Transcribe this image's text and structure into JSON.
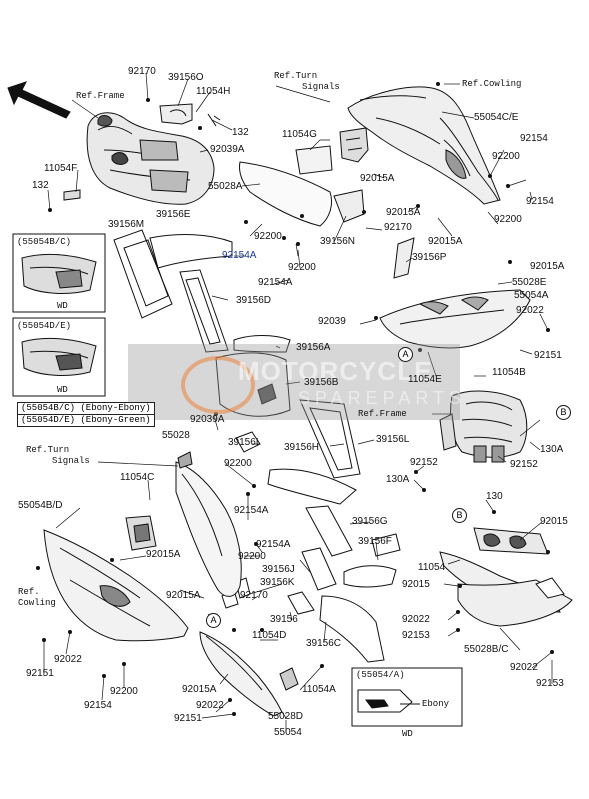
{
  "reference_labels": {
    "ref_frame_top": "Ref.Frame",
    "ref_turn_signals_top_1": "Ref.Turn",
    "ref_turn_signals_top_2": "Signals",
    "ref_cowling_top": "Ref.Cowling",
    "ref_frame_right": "Ref.Frame",
    "ref_turn_signals_left_1": "Ref.Turn",
    "ref_turn_signals_left_2": "Signals",
    "ref_cowling_left_1": "Ref.",
    "ref_cowling_left_2": "Cowling"
  },
  "part_numbers": {
    "p92170_top": "92170",
    "p39156O": "39156O",
    "p11054H": "11054H",
    "p132_top": "132",
    "p92039A_top": "92039A",
    "p11054F": "11054F",
    "p132_left": "132",
    "p11054G": "11054G",
    "p55054CE": "55054C/E",
    "p92154_r1": "92154",
    "p92200_r1": "92200",
    "p92154_r2": "92154",
    "p55028A": "55028A",
    "p92015A_a": "92015A",
    "p92015A_b": "92015A",
    "p92200_r2": "92200",
    "p39156M": "39156M",
    "p39156E": "39156E",
    "p92200_c1": "92200",
    "p39156N": "39156N",
    "p92170_c": "92170",
    "p92015A_c": "92015A",
    "p92154A_blue": "92154A",
    "p92200_c2": "92200",
    "p39156P": "39156P",
    "p92015A_d": "92015A",
    "p92154A_c": "92154A",
    "p55028E": "55028E",
    "p55054A": "55054A",
    "p39156D": "39156D",
    "p92039_c": "92039",
    "p92022_r": "92022",
    "p39156A": "39156A",
    "p92151_r": "92151",
    "p11054E": "11054E",
    "p11054B": "11054B",
    "p39156B": "39156B",
    "p92039A_mid": "92039A",
    "p55028": "55028",
    "p39156I": "39156I",
    "p39156H": "39156H",
    "p39156L": "39156L",
    "p130A_r": "130A",
    "p92152_a": "92152",
    "p92152_b": "92152",
    "p130A_c": "130A",
    "p130": "130",
    "p11054C": "11054C",
    "p92200_m1": "92200",
    "p55054BD": "55054B/D",
    "p92154A_m1": "92154A",
    "p39156G": "39156G",
    "p92154A_m2": "92154A",
    "p92015A_m1": "92015A",
    "p92200_m2": "92200",
    "p39156J": "39156J",
    "p39156F": "39156F",
    "p39156K": "39156K",
    "p92015A_m2": "92015A",
    "p92170_m": "92170",
    "p39156_m": "39156",
    "p11054D": "11054D",
    "p39156C": "39156C",
    "p92015_r1": "92015",
    "p11054_r": "11054",
    "p92015_r2": "92015",
    "p92022_r2": "92022",
    "p92153_r1": "92153",
    "p55028BC": "55028B/C",
    "p92022_r3": "92022",
    "p92153_r2": "92153",
    "p92022_l": "92022",
    "p92151_l": "92151",
    "p92200_bl": "92200",
    "p92154_bl": "92154",
    "p92015A_b2": "92015A",
    "p11054A": "11054A",
    "p92022_b": "92022",
    "p92151_b": "92151",
    "p55028D": "55028D",
    "p55054": "55054"
  },
  "insets": {
    "inset1_header": "(55054B/C)",
    "inset1_footer": "WD",
    "inset2_header": "(55054D/E)",
    "inset2_footer": "WD",
    "inset3_header": "(55054/A)",
    "inset3_callout": "Ebony",
    "inset3_footer": "WD"
  },
  "color_legend": {
    "row1": "(55054B/C) (Ebony-Ebony)",
    "row2": "(55054D/E) (Ebony-Green)"
  },
  "circle_markers": {
    "a1": "A",
    "a2": "A",
    "b1": "B",
    "b2": "B"
  },
  "watermark": {
    "line1": "MOTORCYCLE",
    "line2": "SPAREPARTS"
  },
  "colors": {
    "line": "#111111",
    "blue_label": "#1a3a9c",
    "watermark_band": "#969696",
    "watermark_accent": "#eb823c"
  }
}
